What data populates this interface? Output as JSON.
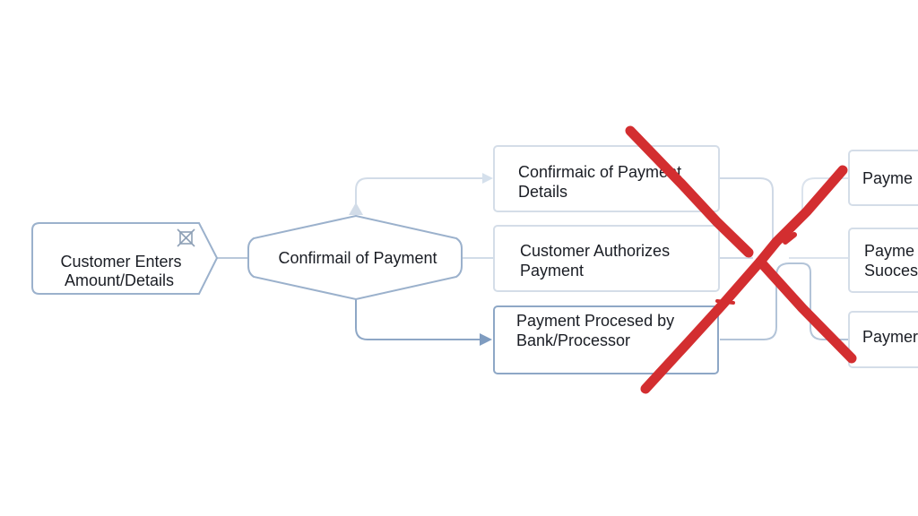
{
  "colors": {
    "connector": "#c3d2e2",
    "connector_strong": "#8ea7c6",
    "node_border": "#9bb1cc",
    "node_border_light": "#d4dde8",
    "cross": "#d32e30",
    "text": "#1a1d24"
  },
  "nodes": {
    "start": {
      "line1": "Customer Enters",
      "line2": "Amount/Details",
      "icon": "x-box-icon"
    },
    "decision": {
      "label": "Confirmail of Payment"
    },
    "confirm_details": {
      "line1": "Confirmaic of Payment",
      "line2": "Details"
    },
    "authorize": {
      "line1": "Customer Authorizes",
      "line2": "Payment"
    },
    "processed": {
      "line1": "Payment Procesed by",
      "line2": "Bank/Processor"
    },
    "out_top": {
      "line1": "Payme"
    },
    "out_mid": {
      "line1": "Payme",
      "line2": "Suoces"
    },
    "out_bottom": {
      "line1": "Paymer"
    }
  },
  "overlay": {
    "type": "red-cross",
    "icon": "cross-out-icon"
  }
}
